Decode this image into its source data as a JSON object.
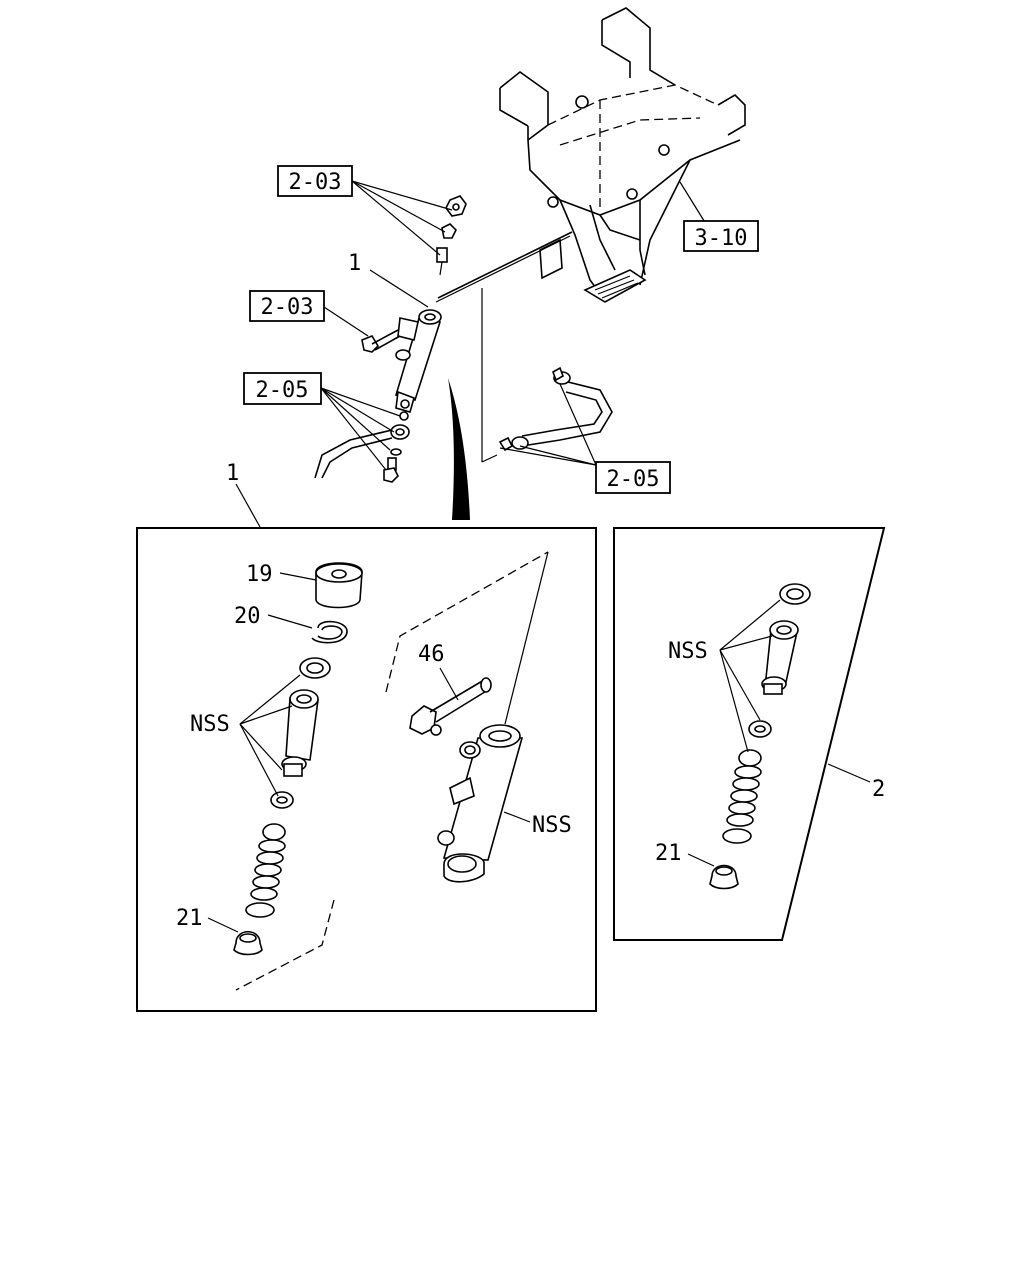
{
  "diagram": {
    "refs": [
      {
        "id": "ref-2-03-top",
        "text": "2-03"
      },
      {
        "id": "ref-2-03-mid",
        "text": "2-03"
      },
      {
        "id": "ref-2-05-left",
        "text": "2-05"
      },
      {
        "id": "ref-2-05-right",
        "text": "2-05"
      },
      {
        "id": "ref-3-10",
        "text": "3-10"
      }
    ],
    "labels": {
      "part_1_top": "1",
      "part_1_panel": "1",
      "part_2_panel": "2",
      "part_19": "19",
      "part_20": "20",
      "part_21_left": "21",
      "part_21_right": "21",
      "part_46": "46",
      "nss_left": "NSS",
      "nss_body": "NSS",
      "nss_right": "NSS"
    }
  }
}
